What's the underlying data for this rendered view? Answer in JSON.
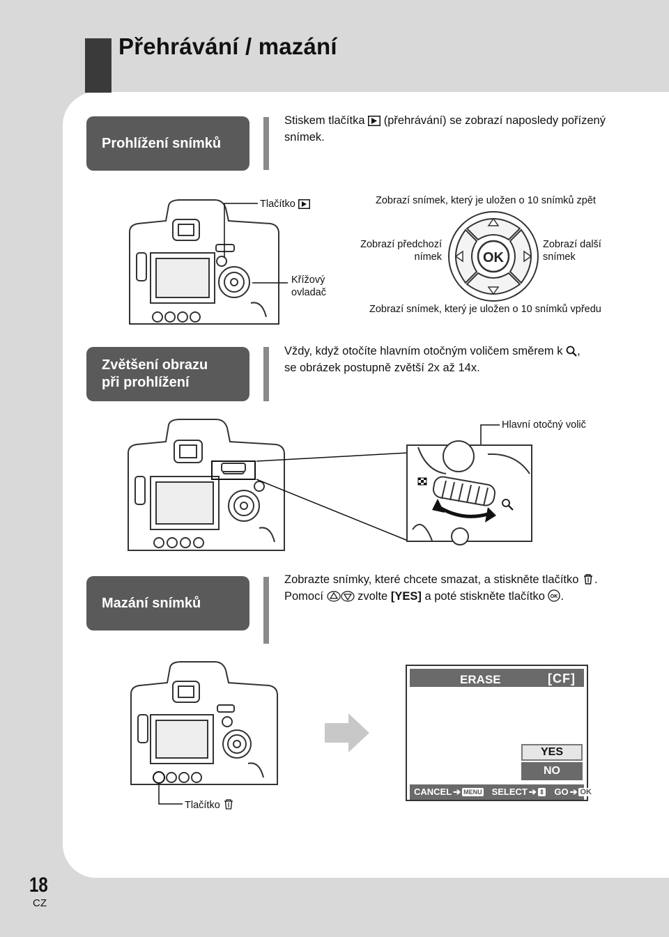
{
  "page": {
    "title": "Přehrávání / mazání",
    "page_number": "18",
    "language": "CZ"
  },
  "sections": {
    "view": {
      "heading": "Prohlížení snímků",
      "text_before": "Stiskem tlačítka",
      "text_after": "(přehrávání) se zobrazí naposledy pořízený",
      "text_line2": "snímek."
    },
    "zoom": {
      "heading_line1": "Zvětšení obrazu",
      "heading_line2": "při prohlížení",
      "text_line1_before": "Vždy, když otočíte hlavním otočným voličem směrem k",
      "text_line1_after": ",",
      "text_line2": "se obrázek postupně zvětší 2x až 14x."
    },
    "erase": {
      "heading": "Mazání snímků",
      "text_line1_before": "Zobrazte snímky, které chcete smazat, a stiskněte tlačítko",
      "text_line1_after": ".",
      "text_line2_a": "Pomocí",
      "text_line2_b": "zvolte",
      "text_line2_yes": "[YES]",
      "text_line2_c": "a poté stiskněte tlačítko",
      "text_line2_end": "."
    }
  },
  "figure1": {
    "button_label": "Tlačítko",
    "dpad_label_line1": "Křížový",
    "dpad_label_line2": "ovladač",
    "up_label": "Zobrazí snímek, který je uložen o 10 snímků zpět",
    "left_label_line1": "Zobrazí předchozí",
    "left_label_line2": "nímek",
    "right_label_line1": "Zobrazí další",
    "right_label_line2": "snímek",
    "down_label": "Zobrazí snímek, který je uložen o 10 snímků vpředu",
    "ok_text": "OK"
  },
  "figure2": {
    "dial_label": "Hlavní otočný volič"
  },
  "figure3": {
    "button_label": "Tlačítko",
    "lcd": {
      "title": "ERASE",
      "card": "[CF]",
      "yes": "YES",
      "no": "NO",
      "cancel": "CANCEL",
      "menu_key": "MENU",
      "select": "SELECT",
      "go": "GO",
      "ok_key": "OK"
    }
  },
  "icons": [
    "play-icon",
    "magnify-icon",
    "trash-icon",
    "up-down-arrows-icon",
    "ok-button-icon",
    "arrow-right-icon"
  ],
  "colors": {
    "background": "#d9d9d9",
    "pill": "#5a5a5a",
    "title_bar": "#3a3a3a",
    "lcd_bar": "#6a6a6a"
  }
}
